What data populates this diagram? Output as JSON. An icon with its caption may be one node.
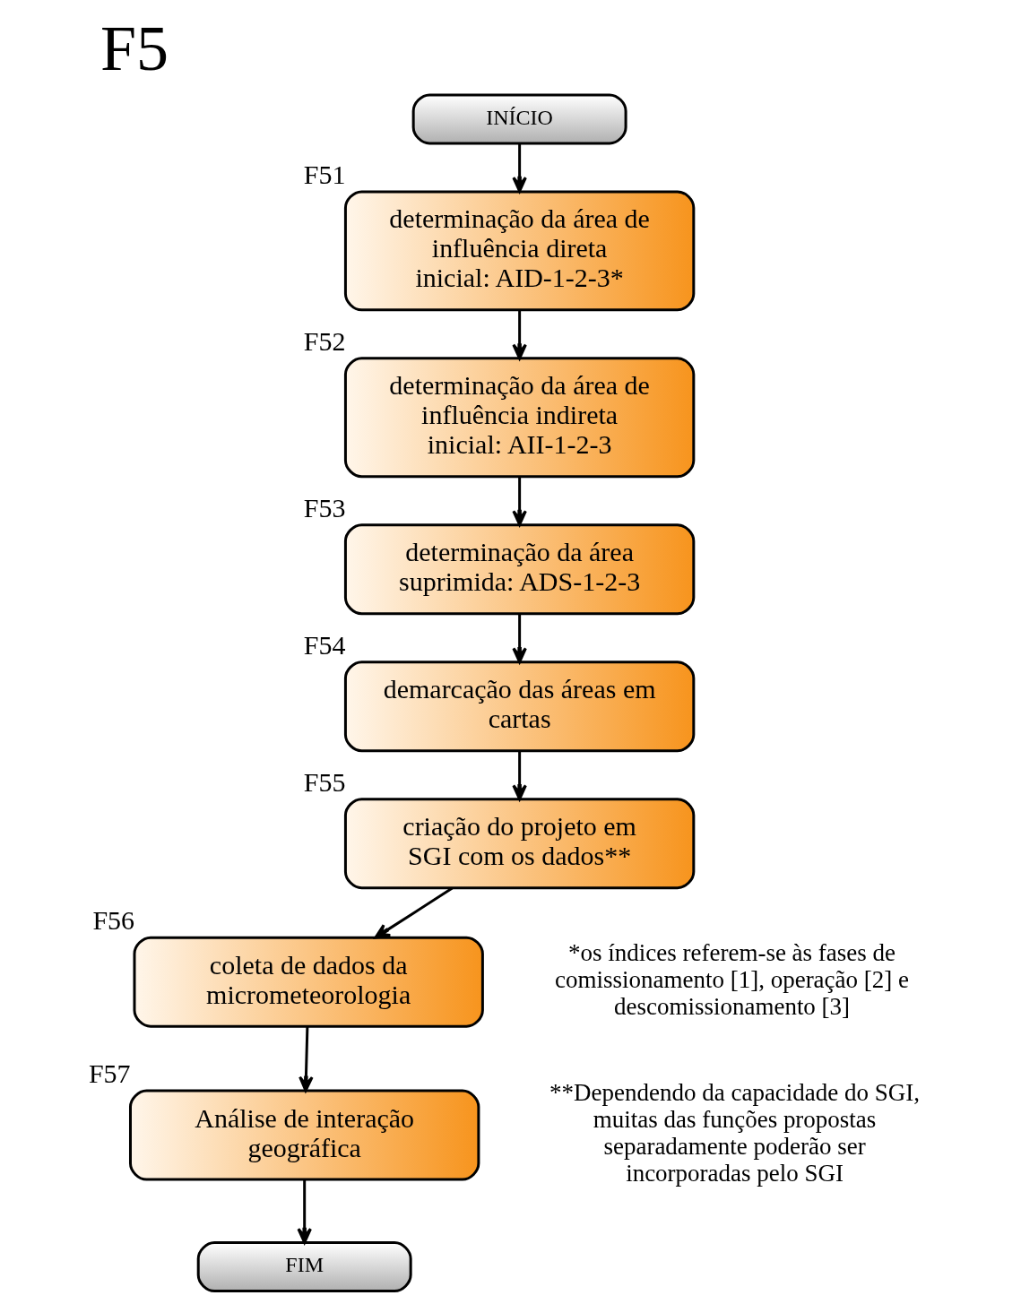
{
  "diagram": {
    "title": "F5",
    "nodes": [
      {
        "text": [
          "INÍCIO"
        ]
      },
      {
        "text": [
          "determinação da área de influência direta inicial: AID-1-2-3*"
        ],
        "beside": [
          "F51"
        ]
      },
      {
        "text": [
          "determinação da área de influência indireta inicial: AII-1-2-3"
        ],
        "beside": [
          "F52"
        ]
      },
      {
        "text": [
          "determinação da área suprimida: ADS-1-2-3"
        ],
        "beside": [
          "F53"
        ]
      },
      {
        "text": [
          "demarcação das áreas em cartas"
        ],
        "beside": [
          "F54"
        ]
      },
      {
        "text": [
          "criação do projeto em SGI com os dados**"
        ],
        "beside": [
          "F55"
        ]
      },
      {
        "text": [
          "coleta de dados da micrometeorologia"
        ],
        "beside": [
          "F56"
        ]
      },
      {
        "text": [
          "Análise de interação geográfica"
        ],
        "beside": [
          "F57"
        ]
      },
      {
        "text": [
          "FIM"
        ]
      }
    ],
    "edges": [
      {
        "from": 0,
        "to": 1,
        "arrow": "to"
      },
      {
        "from": 1,
        "to": 2,
        "arrow": "to"
      },
      {
        "from": 2,
        "to": 3,
        "arrow": "to"
      },
      {
        "from": 3,
        "to": 4,
        "arrow": "to"
      },
      {
        "from": 4,
        "to": 5,
        "arrow": "to"
      },
      {
        "from": 5,
        "to": 6,
        "arrow": "to"
      },
      {
        "from": 6,
        "to": 7,
        "arrow": "to"
      },
      {
        "from": 7,
        "to": 8,
        "arrow": "to"
      }
    ],
    "labels": [
      "*os índices referem-se às fases de comissionamento [1], operação [2] e descomissionamento [3]",
      "**Dependendo da capacidade do SGI, muitas das funções propostas separadamente poderão ser incorporadas pelo SGI"
    ]
  }
}
